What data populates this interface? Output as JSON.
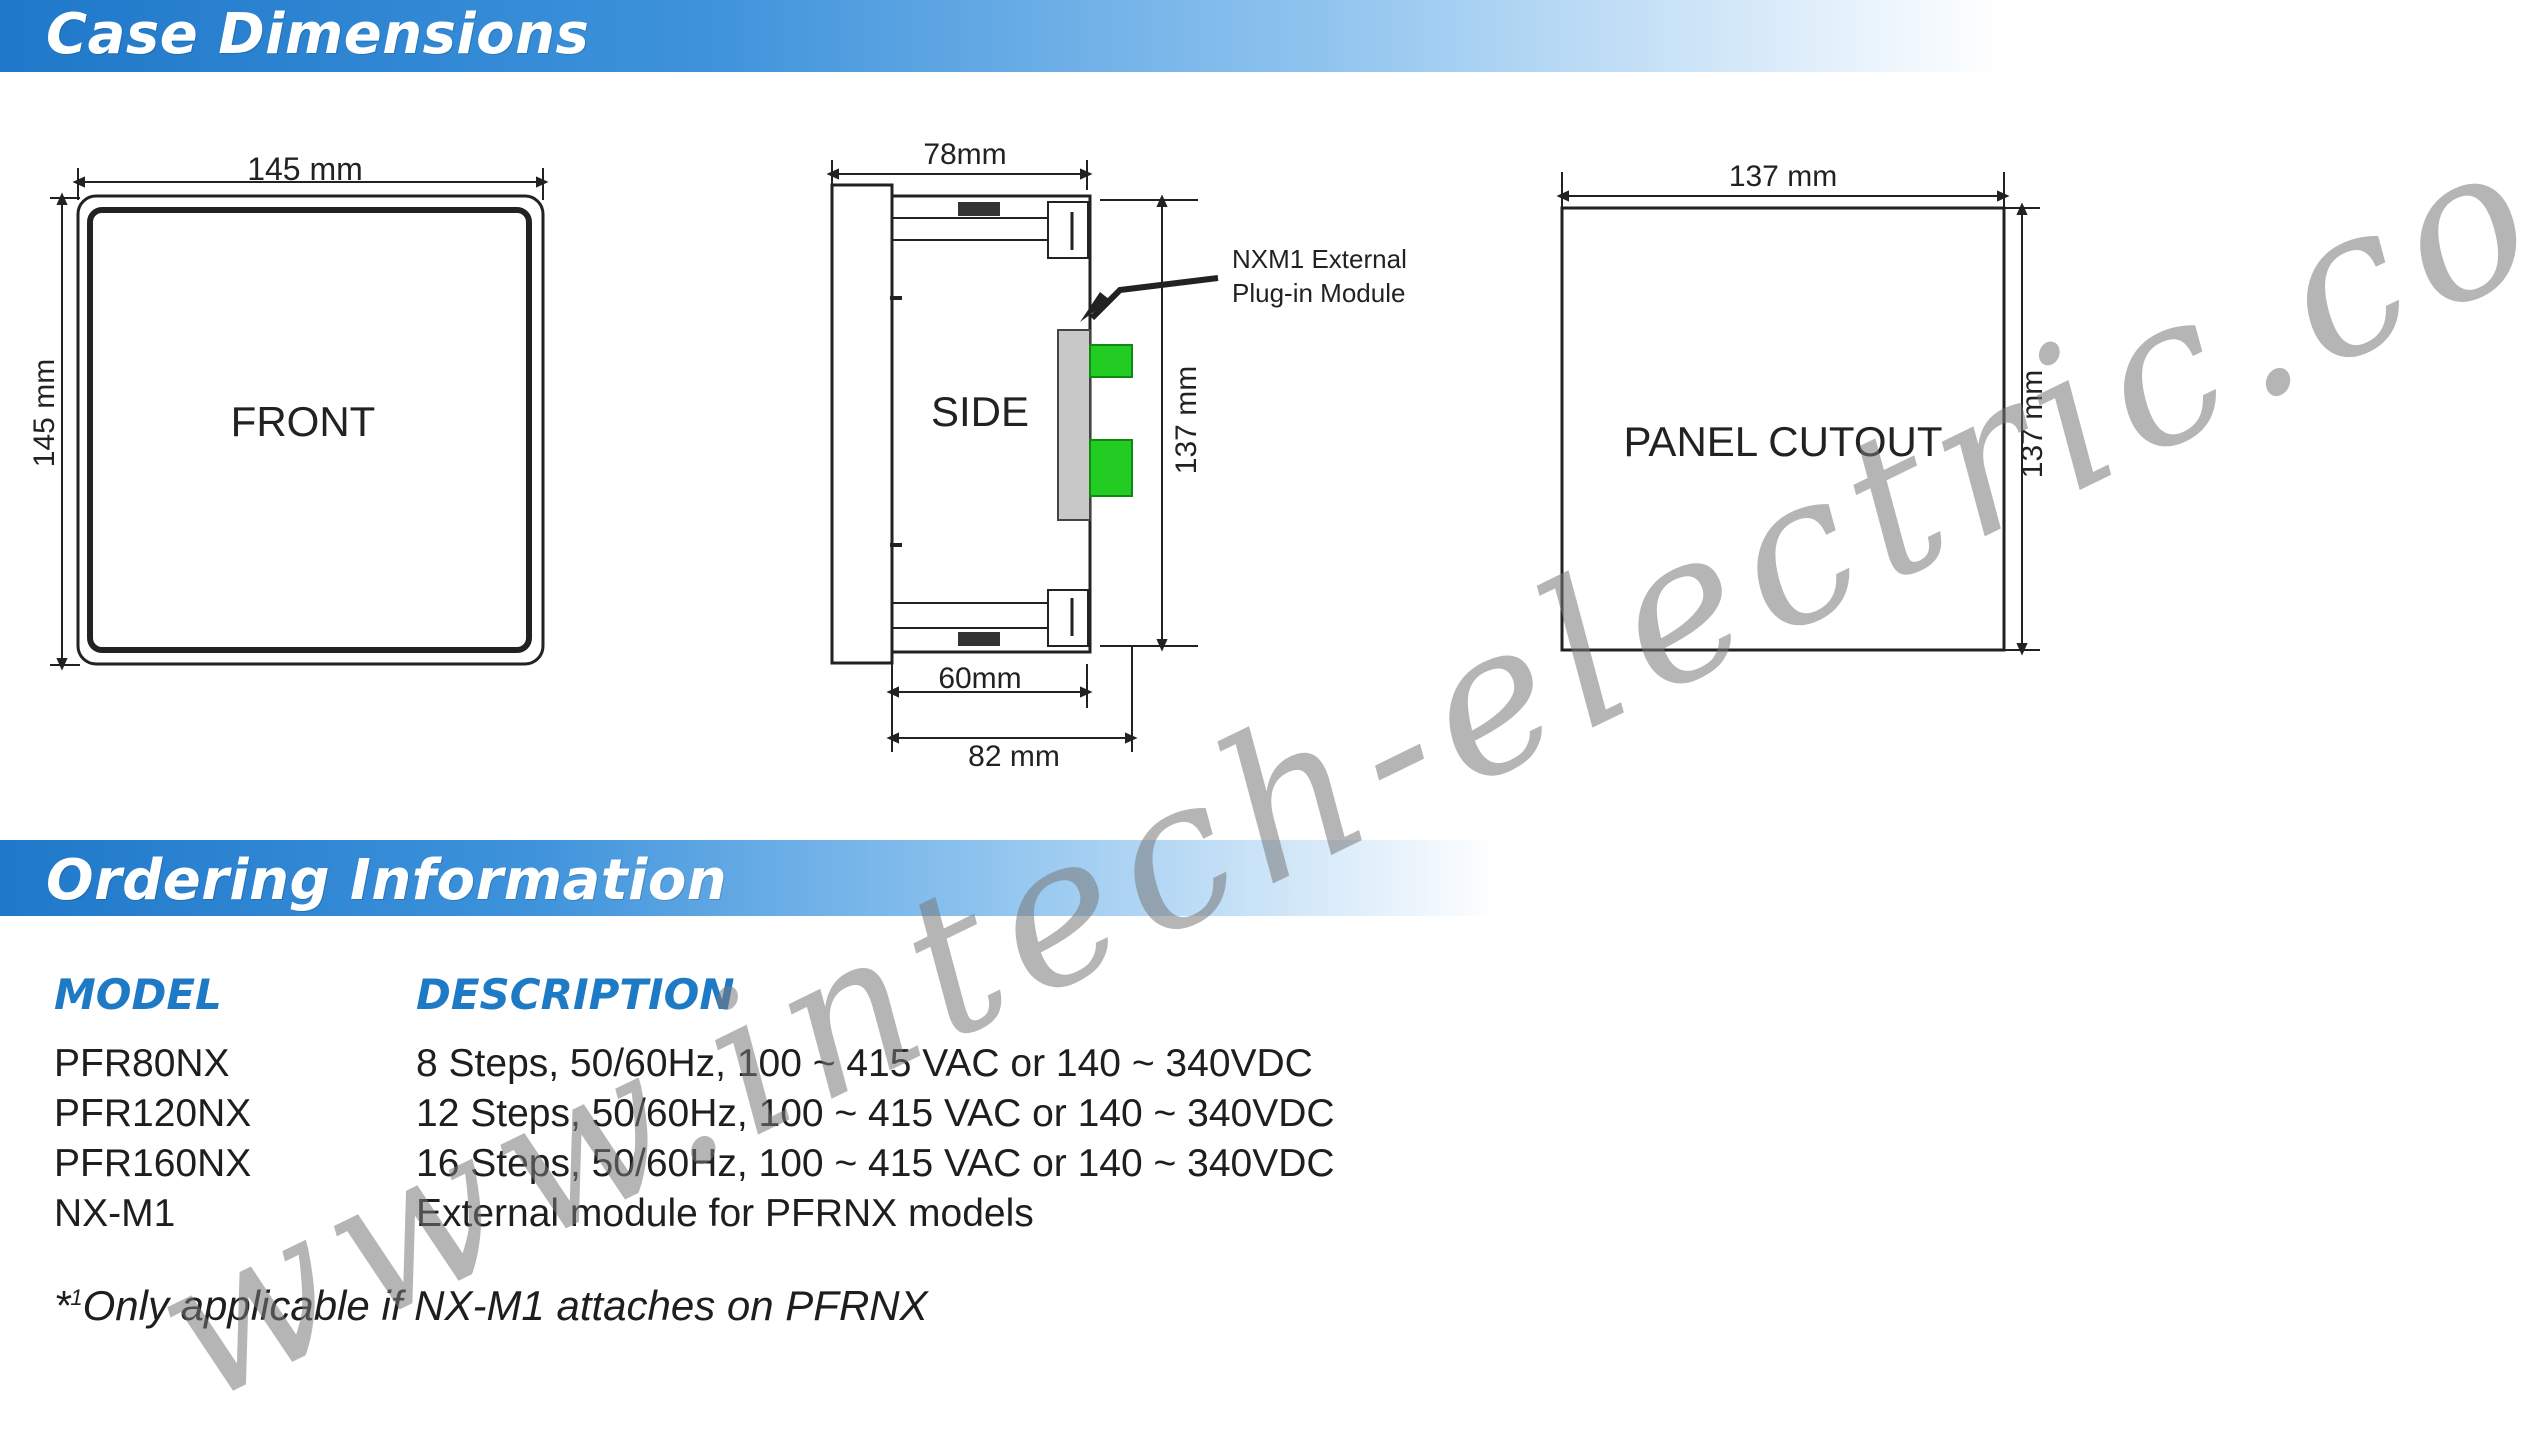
{
  "sections": {
    "case_dimensions": "Case Dimensions",
    "ordering_information": "Ordering Information"
  },
  "front": {
    "label": "FRONT",
    "width": "145 mm",
    "height": "145 mm"
  },
  "side": {
    "label": "SIDE",
    "depth_total": "78mm",
    "height": "137 mm",
    "depth_body": "60mm",
    "depth_with_module": "82 mm",
    "callout_line1": "NXM1 External",
    "callout_line2": "Plug-in Module"
  },
  "cutout": {
    "label": "PANEL CUTOUT",
    "width": "137 mm",
    "height": "137 mm"
  },
  "table": {
    "header_model": "MODEL",
    "header_description": "DESCRIPTION",
    "rows": [
      {
        "model": "PFR80NX",
        "description": "8 Steps, 50/60Hz, 100 ~ 415 VAC or 140 ~ 340VDC"
      },
      {
        "model": "PFR120NX",
        "description": "12 Steps, 50/60Hz, 100 ~ 415 VAC or 140 ~ 340VDC"
      },
      {
        "model": "PFR160NX",
        "description": "16 Steps, 50/60Hz, 100 ~ 415 VAC or 140 ~ 340VDC"
      },
      {
        "model": "NX-M1",
        "description": "External module for PFRNX models"
      }
    ]
  },
  "footnote": {
    "marker": "*",
    "superscript": "1",
    "text": "Only applicable if NX-M1 attaches on PFRNX"
  },
  "watermark": "www.intech-electric.com.my",
  "colors": {
    "banner_blue": "#1f78c9",
    "header_text_blue": "#1f7ac6",
    "module_green": "#22cc22"
  }
}
